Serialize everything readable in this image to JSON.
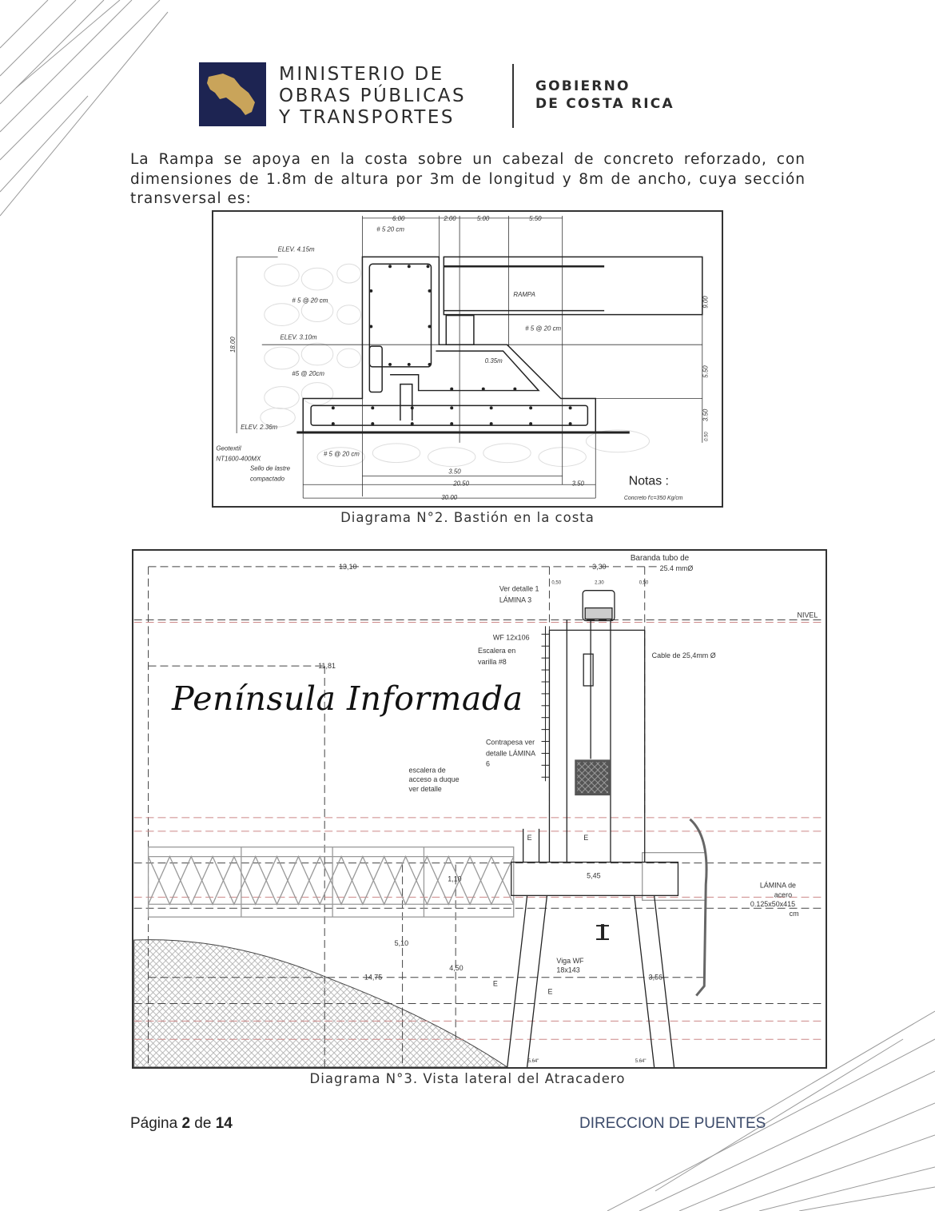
{
  "header": {
    "ministry_lines": [
      "MINISTERIO DE",
      "OBRAS PÚBLICAS",
      "Y TRANSPORTES"
    ],
    "government_lines": [
      "GOBIERNO",
      "DE COSTA RICA"
    ],
    "colors": {
      "logo_bg": "#1d2452",
      "logo_map": "#c9a45a"
    }
  },
  "body": {
    "paragraph": "La Rampa se apoya en la costa sobre un cabezal de concreto reforzado, con dimensiones de 1.8m de altura por 3m de longitud y 8m de ancho, cuya sección transversal es:"
  },
  "diagram2": {
    "caption": "Diagrama N°2. Bastión en la costa",
    "labels": {
      "dim_top_1": "6.00",
      "dim_top_2": "2.00",
      "dim_top_3": "5.00",
      "dim_top_4": "5.50",
      "rebar_top": "# 5 20 cm",
      "elev_top": "ELEV. 4.15m",
      "rampa": "RAMPA",
      "rebar_left": "# 5 @ 20 cm",
      "rebar_right": "# 5 @ 20 cm",
      "elev_mid": "ELEV. 3.10m",
      "dim_height": "18.00",
      "dim_r1": "9.00",
      "dim_r2": "5.50",
      "dim_r3": "3.50",
      "dim_r4": "0.50",
      "thickness": "0.35m",
      "rebar_mid": "#5 @ 20cm",
      "elev_bottom": "ELEV. 2.36m",
      "geotextil_1": "Geotextil",
      "geotextil_2": "NT1600-400MX",
      "sello_1": "Sello de lastre",
      "sello_2": "compactado",
      "rebar_bottom": "# 5 @ 20 cm",
      "dim_b1": "3.50",
      "dim_b2": "20.50",
      "dim_b3": "3.50",
      "dim_b4": "30.00",
      "notas": "Notas :",
      "concreto": "Concreto f'c=350 Kg/cm"
    }
  },
  "diagram3": {
    "caption": "Diagrama N°3. Vista lateral del Atracadero",
    "watermark": "Península Informada",
    "labels": {
      "dim_13_10": "13,10",
      "dim_3_30": "3,30",
      "baranda_1": "Baranda tubo de",
      "baranda_2": "25.4 mmØ",
      "dim_0_50a": "0,50",
      "dim_2_30": "2,30",
      "dim_0_50b": "0,50",
      "ver_detalle_1": "Ver detalle 1",
      "ver_detalle_2": "LÁMINA 3",
      "nivel": "NIVEL",
      "wf": "WF 12x106",
      "escalera_1": "Escalera en",
      "escalera_2": "varilla #8",
      "cable": "Cable de 25,4mm Ø",
      "dim_11_81": "11,81",
      "contrapesa_1": "Contrapesa ver",
      "contrapesa_2": "detalle LÁMINA",
      "contrapesa_3": "6",
      "acceso_1": "escalera de",
      "acceso_2": "acceso a duque",
      "acceso_3": "ver detalle",
      "e_mark": "E",
      "dim_1_10": "1,10",
      "dim_5_45": "5,45",
      "lamina_1": "LÁMINA de",
      "lamina_2": "acero",
      "lamina_3": "0.125x50x415",
      "lamina_4": "cm",
      "dim_5_10": "5,10",
      "dim_4_50": "4,50",
      "dim_14_75": "14,75",
      "dim_3_56": "3,56",
      "viga_1": "Viga WF",
      "viga_2": "18x143",
      "dim_pile": "5.64\""
    }
  },
  "footer": {
    "page_prefix": "Página ",
    "page_current": "2",
    "page_of": " de ",
    "page_total": "14",
    "department": "DIRECCION DE PUENTES"
  }
}
